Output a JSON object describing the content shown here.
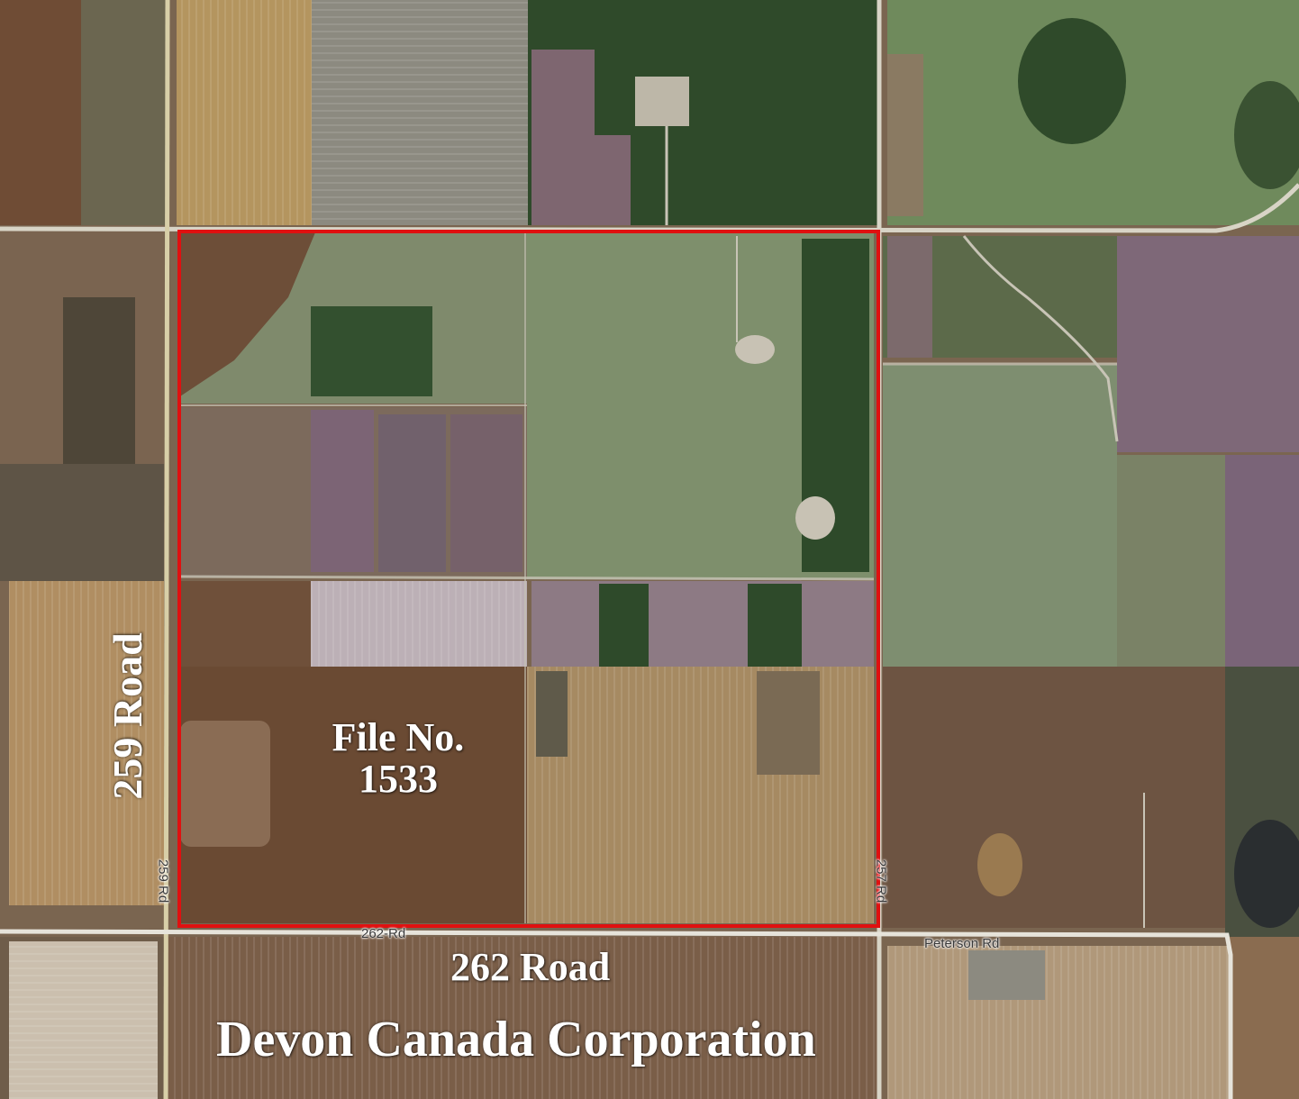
{
  "map": {
    "type": "satellite-image",
    "highlight_color": "#e01010",
    "labels": {
      "file_line1": "File No.",
      "file_line2": "1533",
      "road_259": "259 Road",
      "road_262": "262 Road",
      "company": "Devon Canada Corporation"
    },
    "street_labels": {
      "rd_262": "262-Rd",
      "peterson": "Peterson Rd",
      "rd_259": "259 Rd",
      "rd_257": "257 Rd"
    }
  }
}
